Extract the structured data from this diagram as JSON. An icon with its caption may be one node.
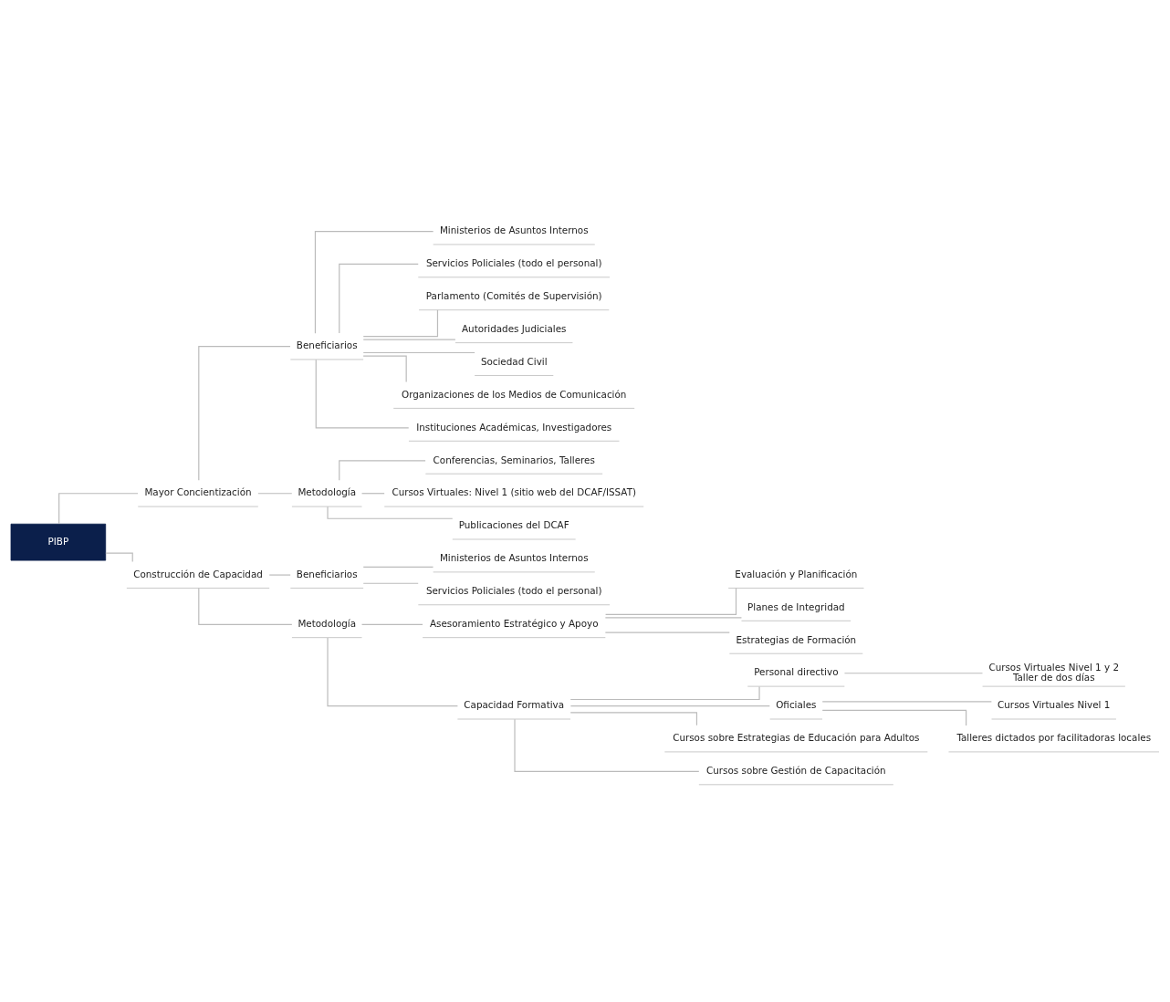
{
  "diagram": {
    "nodes": [
      {
        "text": [
          "PIBP"
        ]
      },
      {
        "text": [
          "Mayor Concientización"
        ]
      },
      {
        "text": [
          "Beneficiarios"
        ]
      },
      {
        "text": [
          "Ministerios de Asuntos Internos"
        ]
      },
      {
        "text": [
          "Servicios Policiales (todo el personal)"
        ]
      },
      {
        "text": [
          "Parlamento (Comités de Supervisión)"
        ]
      },
      {
        "text": [
          "Autoridades Judiciales"
        ]
      },
      {
        "text": [
          "Sociedad Civil"
        ]
      },
      {
        "text": [
          "Organizaciones de los Medios de Comunicación"
        ]
      },
      {
        "text": [
          "Instituciones Académicas, Investigadores"
        ]
      },
      {
        "text": [
          "Metodología"
        ]
      },
      {
        "text": [
          "Conferencias, Seminarios, Talleres"
        ]
      },
      {
        "text": [
          "Cursos Virtuales: Nivel 1 (sitio web del DCAF/ISSAT)"
        ]
      },
      {
        "text": [
          "Publicaciones del DCAF"
        ]
      },
      {
        "text": [
          "Construcción de Capacidad"
        ]
      },
      {
        "text": [
          "Beneficiarios"
        ]
      },
      {
        "text": [
          "Ministerios de Asuntos Internos"
        ]
      },
      {
        "text": [
          "Servicios Policiales (todo el personal)"
        ]
      },
      {
        "text": [
          "Metodología"
        ]
      },
      {
        "text": [
          "Asesoramiento Estratégico y Apoyo"
        ]
      },
      {
        "text": [
          "Evaluación y Planificación"
        ]
      },
      {
        "text": [
          "Planes de Integridad"
        ]
      },
      {
        "text": [
          "Estrategias de Formación"
        ]
      },
      {
        "text": [
          "Capacidad Formativa"
        ]
      },
      {
        "text": [
          "Personal directivo"
        ]
      },
      {
        "text": [
          "Cursos Virtuales Nivel 1 y 2",
          "Taller de dos días"
        ]
      },
      {
        "text": [
          "Oficiales"
        ]
      },
      {
        "text": [
          "Cursos Virtuales Nivel 1"
        ]
      },
      {
        "text": [
          "Talleres dictados por facilitadoras locales"
        ]
      },
      {
        "text": [
          "Cursos sobre Estrategias de Educación para Adultos"
        ]
      },
      {
        "text": [
          "Cursos sobre Gestión de Capacitación"
        ]
      }
    ],
    "edges": [
      {
        "from": 0,
        "to": 1,
        "arrow": "none"
      },
      {
        "from": 1,
        "to": 2,
        "arrow": "none"
      },
      {
        "from": 2,
        "to": 3,
        "arrow": "none"
      },
      {
        "from": 2,
        "to": 4,
        "arrow": "none"
      },
      {
        "from": 2,
        "to": 5,
        "arrow": "none"
      },
      {
        "from": 2,
        "to": 6,
        "arrow": "none"
      },
      {
        "from": 2,
        "to": 7,
        "arrow": "none"
      },
      {
        "from": 2,
        "to": 8,
        "arrow": "none"
      },
      {
        "from": 2,
        "to": 9,
        "arrow": "none"
      },
      {
        "from": 1,
        "to": 10,
        "arrow": "none"
      },
      {
        "from": 10,
        "to": 11,
        "arrow": "none"
      },
      {
        "from": 10,
        "to": 12,
        "arrow": "none"
      },
      {
        "from": 10,
        "to": 13,
        "arrow": "none"
      },
      {
        "from": 0,
        "to": 14,
        "arrow": "none"
      },
      {
        "from": 14,
        "to": 15,
        "arrow": "none"
      },
      {
        "from": 15,
        "to": 16,
        "arrow": "none"
      },
      {
        "from": 15,
        "to": 17,
        "arrow": "none"
      },
      {
        "from": 14,
        "to": 18,
        "arrow": "none"
      },
      {
        "from": 18,
        "to": 19,
        "arrow": "none"
      },
      {
        "from": 19,
        "to": 20,
        "arrow": "none"
      },
      {
        "from": 19,
        "to": 21,
        "arrow": "none"
      },
      {
        "from": 19,
        "to": 22,
        "arrow": "none"
      },
      {
        "from": 18,
        "to": 23,
        "arrow": "none"
      },
      {
        "from": 23,
        "to": 24,
        "arrow": "none"
      },
      {
        "from": 24,
        "to": 25,
        "arrow": "none"
      },
      {
        "from": 23,
        "to": 26,
        "arrow": "none"
      },
      {
        "from": 26,
        "to": 27,
        "arrow": "none"
      },
      {
        "from": 26,
        "to": 28,
        "arrow": "none"
      },
      {
        "from": 23,
        "to": 29,
        "arrow": "none"
      },
      {
        "from": 23,
        "to": 30,
        "arrow": "none"
      }
    ]
  }
}
